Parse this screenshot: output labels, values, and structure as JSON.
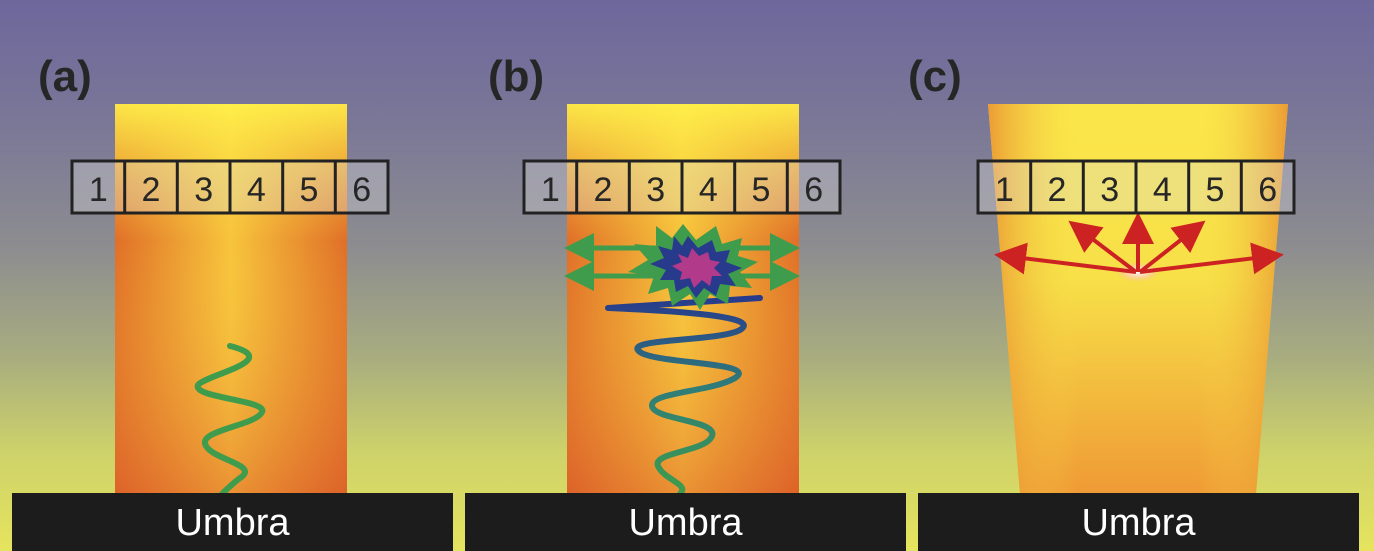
{
  "panels": [
    {
      "label": "(a)",
      "cells": [
        "1",
        "2",
        "3",
        "4",
        "5",
        "6"
      ],
      "base_label": "Umbra"
    },
    {
      "label": "(b)",
      "cells": [
        "1",
        "2",
        "3",
        "4",
        "5",
        "6"
      ],
      "base_label": "Umbra"
    },
    {
      "label": "(c)",
      "cells": [
        "1",
        "2",
        "3",
        "4",
        "5",
        "6"
      ],
      "base_label": "Umbra"
    }
  ],
  "colors": {
    "tube_edge": "#e07326",
    "tube_center": "#fbe94a",
    "wave_green": "#3e9c4c",
    "wave_blue": "#283a8c",
    "burst_magenta": "#b23a8a",
    "arrow_red": "#cc2222",
    "umbra": "#1c1c1c"
  }
}
